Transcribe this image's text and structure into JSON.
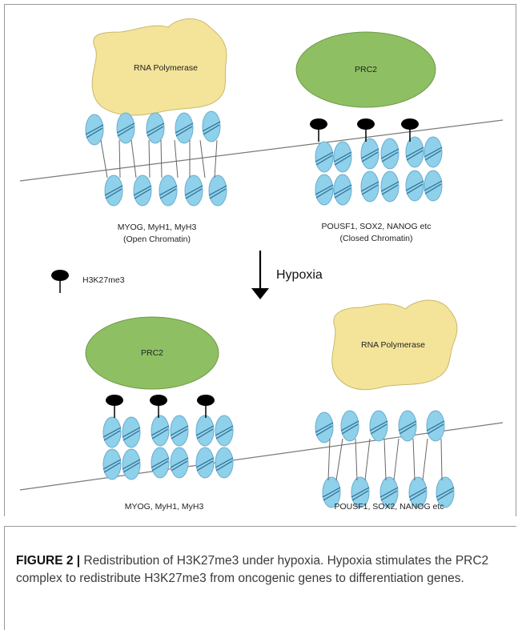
{
  "top_panel": {
    "left_complex": "RNA Polymerase",
    "right_complex": "PRC2",
    "left_genes": "MYOG, MyH1, MyH3",
    "left_state": "(Open Chromatin)",
    "right_genes": "POUSF1, SOX2, NANOG etc",
    "right_state": "(Closed Chromatin)"
  },
  "legend": {
    "mark_label": "H3K27me3"
  },
  "transition": {
    "label": "Hypoxia"
  },
  "bottom_panel": {
    "left_complex": "PRC2",
    "right_complex": "RNA Polymerase",
    "left_genes": "MYOG, MyH1, MyH3",
    "right_genes": "POUSF1, SOX2, NANOG etc"
  },
  "caption": {
    "label": "FIGURE 2 |",
    "text": " Redistribution of H3K27me3 under hypoxia. Hypoxia stimulates the PRC2 complex to redistribute H3K27me3 from oncogenic genes to differentiation genes."
  },
  "colors": {
    "nucleosome": "#8fd0ea",
    "nucleosome_stroke": "#6aaed0",
    "rna_polymerase": "#f4e49a",
    "prc2": "#8fbf63",
    "mark": "#000000"
  }
}
